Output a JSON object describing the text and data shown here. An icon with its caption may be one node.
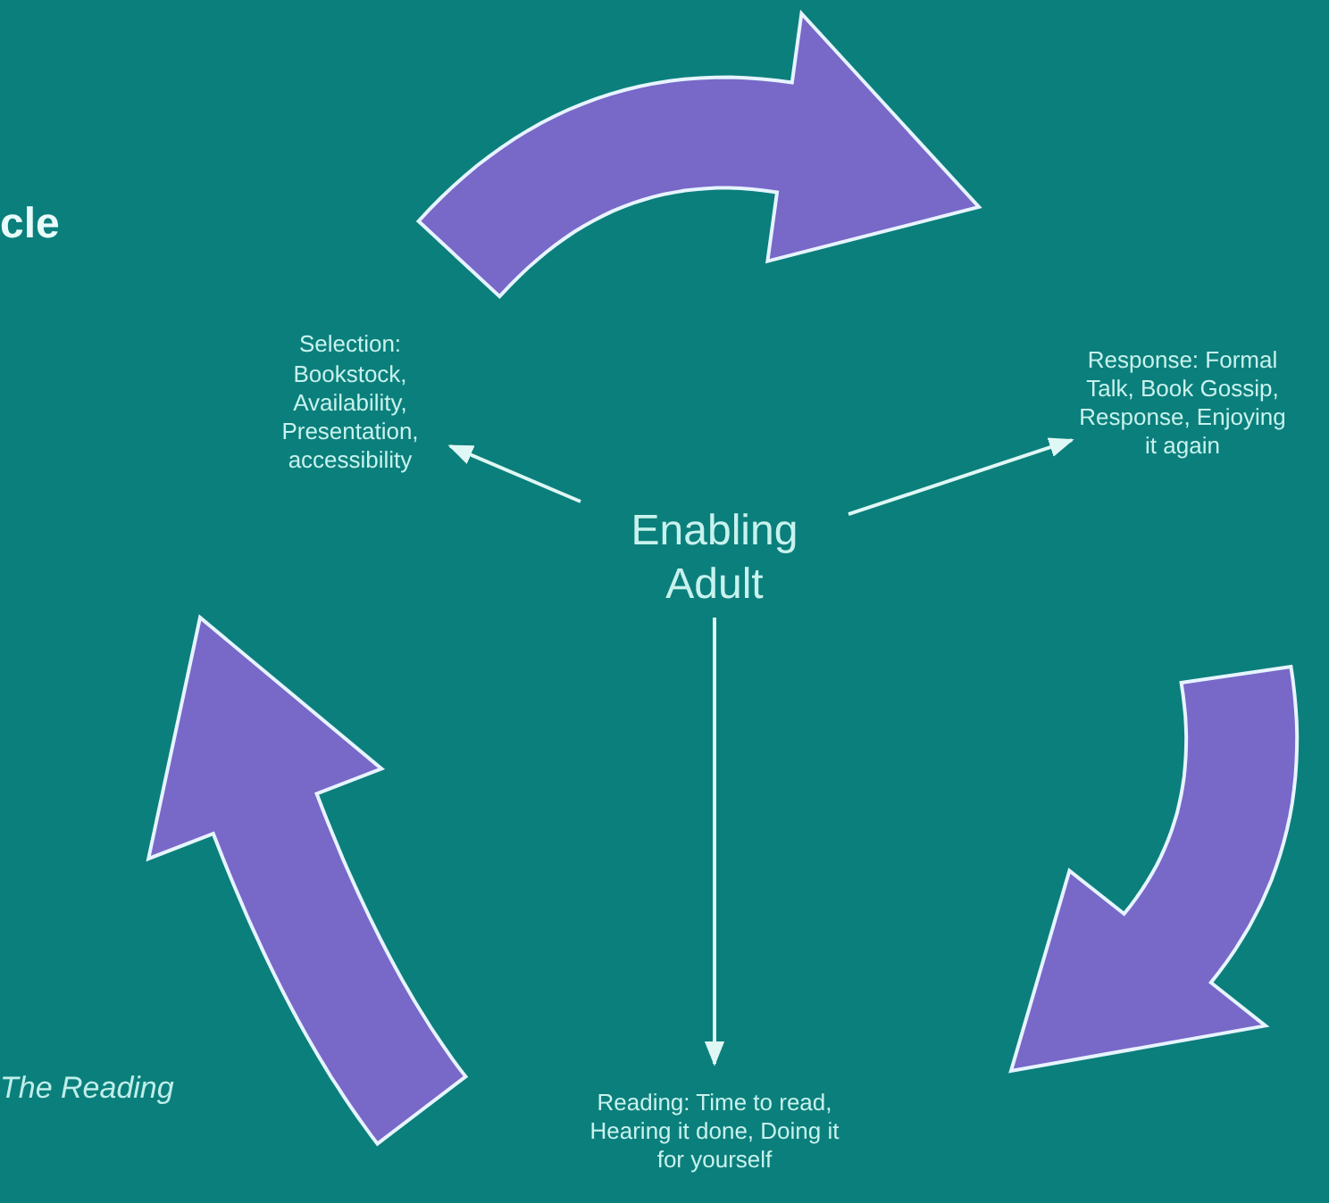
{
  "diagram": {
    "title": "cle",
    "nodes": [
      {
        "text": [
          "Enabling Adult"
        ]
      },
      {
        "text": [
          "Selection: Bookstock, Availability, Presentation, accessibility"
        ]
      },
      {
        "text": [
          "Response: Formal Talk, Book Gossip, Response, Enjoying it again"
        ]
      },
      {
        "text": [
          "Reading: Time to read, Hearing it done, Doing it for yourself"
        ]
      }
    ],
    "edges": [
      {
        "from": 0,
        "to": 1,
        "arrow": "to"
      },
      {
        "from": 0,
        "to": 2,
        "arrow": "to"
      },
      {
        "from": 0,
        "to": 3,
        "arrow": "to"
      }
    ],
    "labels": [
      "The Reading"
    ]
  }
}
